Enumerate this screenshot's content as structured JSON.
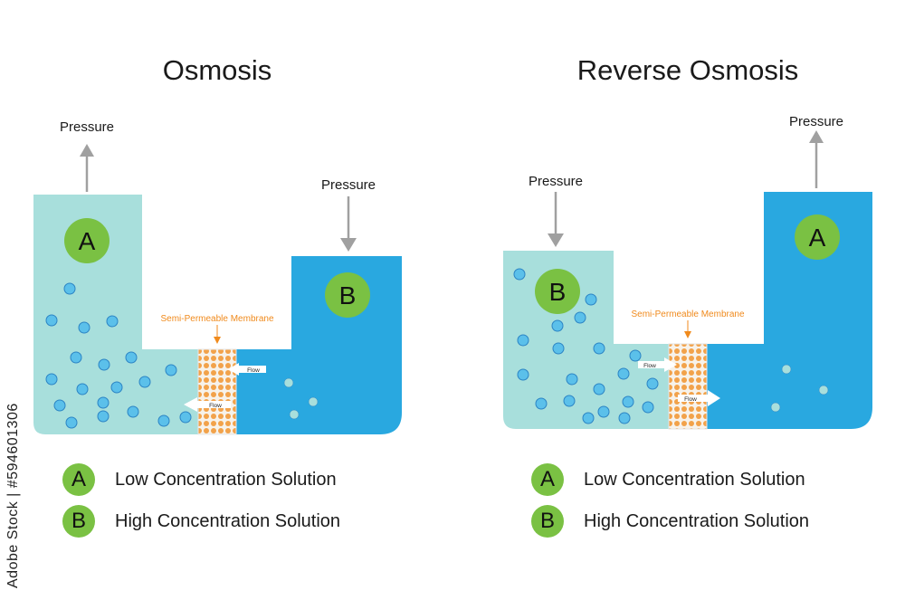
{
  "panels": {
    "osmosis": {
      "title": "Osmosis",
      "pressure_left": "Pressure",
      "pressure_right": "Pressure",
      "tank_left": "A",
      "tank_right": "B",
      "membrane_label": "Semi-Permeable Membrane",
      "flow_top": "Flow",
      "flow_bottom": "Flow",
      "legend": [
        {
          "badge": "A",
          "text": "Low Concentration Solution"
        },
        {
          "badge": "B",
          "text": "High Concentration Solution"
        }
      ]
    },
    "reverse": {
      "title": "Reverse Osmosis",
      "pressure_left": "Pressure",
      "pressure_right": "Pressure",
      "tank_left": "B",
      "tank_right": "A",
      "membrane_label": "Semi-Permeable Membrane",
      "flow_top": "Flow",
      "flow_bottom": "Flow",
      "legend": [
        {
          "badge": "A",
          "text": "Low Concentration Solution"
        },
        {
          "badge": "B",
          "text": "High Concentration Solution"
        }
      ]
    }
  },
  "watermark": {
    "stock_id": "Adobe Stock | #594601306"
  },
  "colors": {
    "light_solution": "#a8dfdc",
    "dark_solution": "#29a8e0",
    "badge_green": "#7ac143",
    "membrane": "#f2a24a",
    "orange_text": "#f08a1c",
    "arrow_gray": "#a0a0a0"
  }
}
